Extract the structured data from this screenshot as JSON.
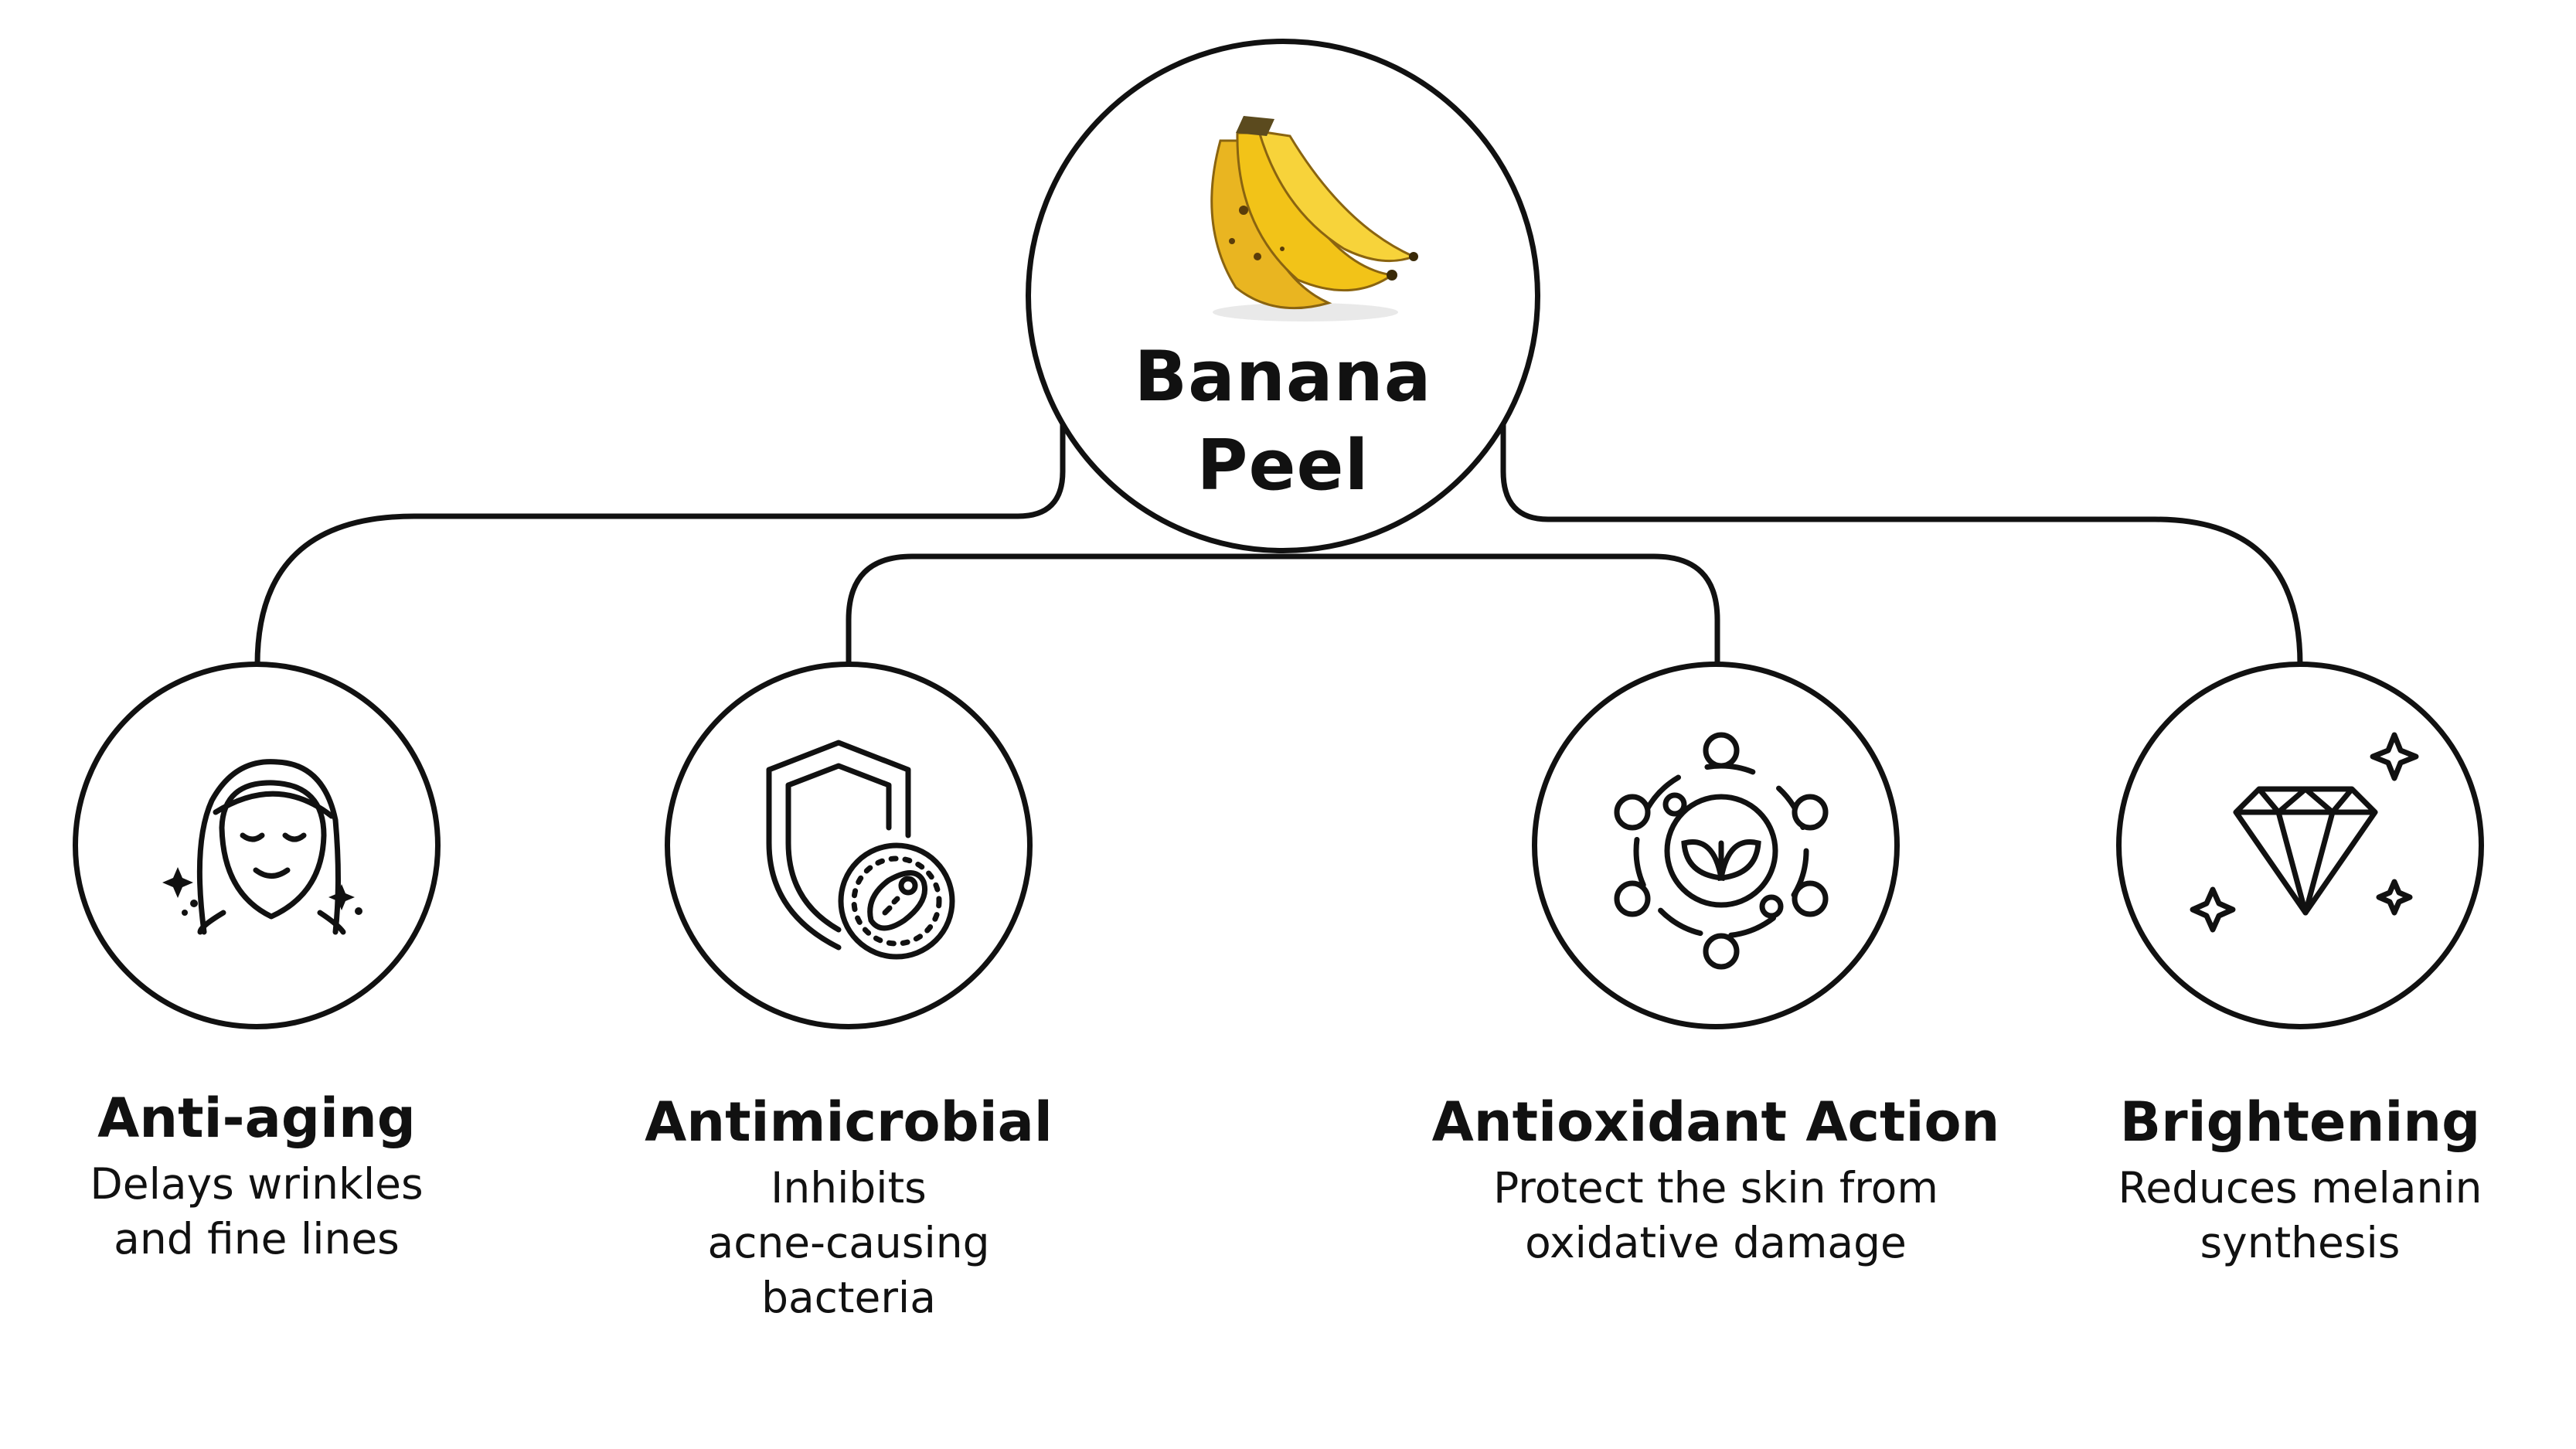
{
  "center": {
    "title_line1": "Banana",
    "title_line2": "Peel",
    "icon": "banana-bunch-icon"
  },
  "benefits": [
    {
      "title": "Anti-aging",
      "desc_lines": [
        "Delays wrinkles",
        "and fine lines"
      ],
      "icon": "face-glow-icon"
    },
    {
      "title": "Antimicrobial",
      "desc_lines": [
        "Inhibits",
        "acne-causing",
        "bacteria"
      ],
      "icon": "shield-bacteria-icon"
    },
    {
      "title": "Antioxidant Action",
      "desc_lines": [
        "Protect the skin from",
        "oxidative damage"
      ],
      "icon": "molecule-leaf-icon"
    },
    {
      "title": "Brightening",
      "desc_lines": [
        "Reduces melanin",
        "synthesis"
      ],
      "icon": "diamond-sparkle-icon"
    }
  ],
  "colors": {
    "stroke": "#111111",
    "background": "#ffffff",
    "banana_yellow": "#f2c318"
  }
}
